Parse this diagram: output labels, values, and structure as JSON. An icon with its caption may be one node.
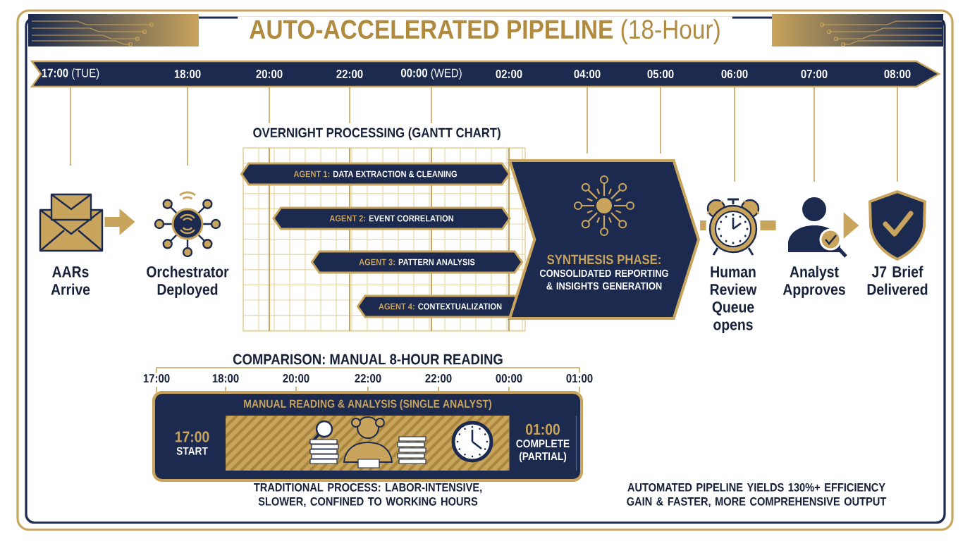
{
  "diagram": {
    "title": "**AUTO-ACCELERATED PIPELINE** (18-Hour)",
    "nodes": [
      {
        "text": [
          "AARs Arrive"
        ]
      },
      {
        "text": [
          "Orchestrator Deployed"
        ]
      },
      {
        "text": [
          "OVERNIGHT PROCESSING (GANTT CHART)"
        ]
      },
      {
        "text": [
          "AGENT 1:",
          "DATA EXTRACTION & CLEANING"
        ],
        "in": 2
      },
      {
        "text": [
          "AGENT 2:",
          "EVENT CORRELATION"
        ],
        "in": 2
      },
      {
        "text": [
          "AGENT 3:",
          "PATTERN ANALYSIS"
        ],
        "in": 2
      },
      {
        "text": [
          "AGENT 4:",
          "CONTEXTUALIZATION"
        ],
        "in": 2
      },
      {
        "text": [
          "SYNTHESIS PHASE:",
          "CONSOLIDATED REPORTING & INSIGHTS GENERATION"
        ]
      },
      {
        "text": [
          "Human Review Queue opens"
        ]
      },
      {
        "text": [
          "Analyst Approves"
        ]
      },
      {
        "text": [
          "J7 Brief Delivered"
        ]
      },
      {
        "text": [
          "MANUAL READING & ANALYSIS (SINGLE ANALYST)"
        ]
      },
      {
        "text": [
          "17:00",
          "START"
        ],
        "in": 11
      },
      {
        "text": [
          "01:00",
          "COMPLETE (PARTIAL)"
        ],
        "in": 11
      }
    ],
    "edges": [
      {
        "from": 0,
        "to": 1,
        "arrow": "to"
      },
      {
        "from": 7,
        "to": 8,
        "arrow": "none"
      },
      {
        "from": 8,
        "to": 9,
        "arrow": "none"
      },
      {
        "from": 9,
        "to": 10,
        "arrow": "to"
      }
    ],
    "labels": [
      "**17:00** (TUE)",
      "18:00",
      "20:00",
      "22:00",
      "**00:00** (WED)",
      "02:00",
      "04:00",
      "05:00",
      "06:00",
      "07:00",
      "08:00",
      "COMPARISON: MANUAL 8-HOUR READING",
      "17:00",
      "18:00",
      "20:00",
      "22:00",
      "22:00",
      "00:00",
      "01:00",
      "TRADITIONAL PROCESS: LABOR-INTENSIVE, SLOWER, CONFINED TO WORKING HOURS",
      "AUTOMATED PIPELINE YIELDS 130%+ EFFICIENCY GAIN & FASTER, MORE COMPREHENSIVE OUTPUT"
    ]
  }
}
